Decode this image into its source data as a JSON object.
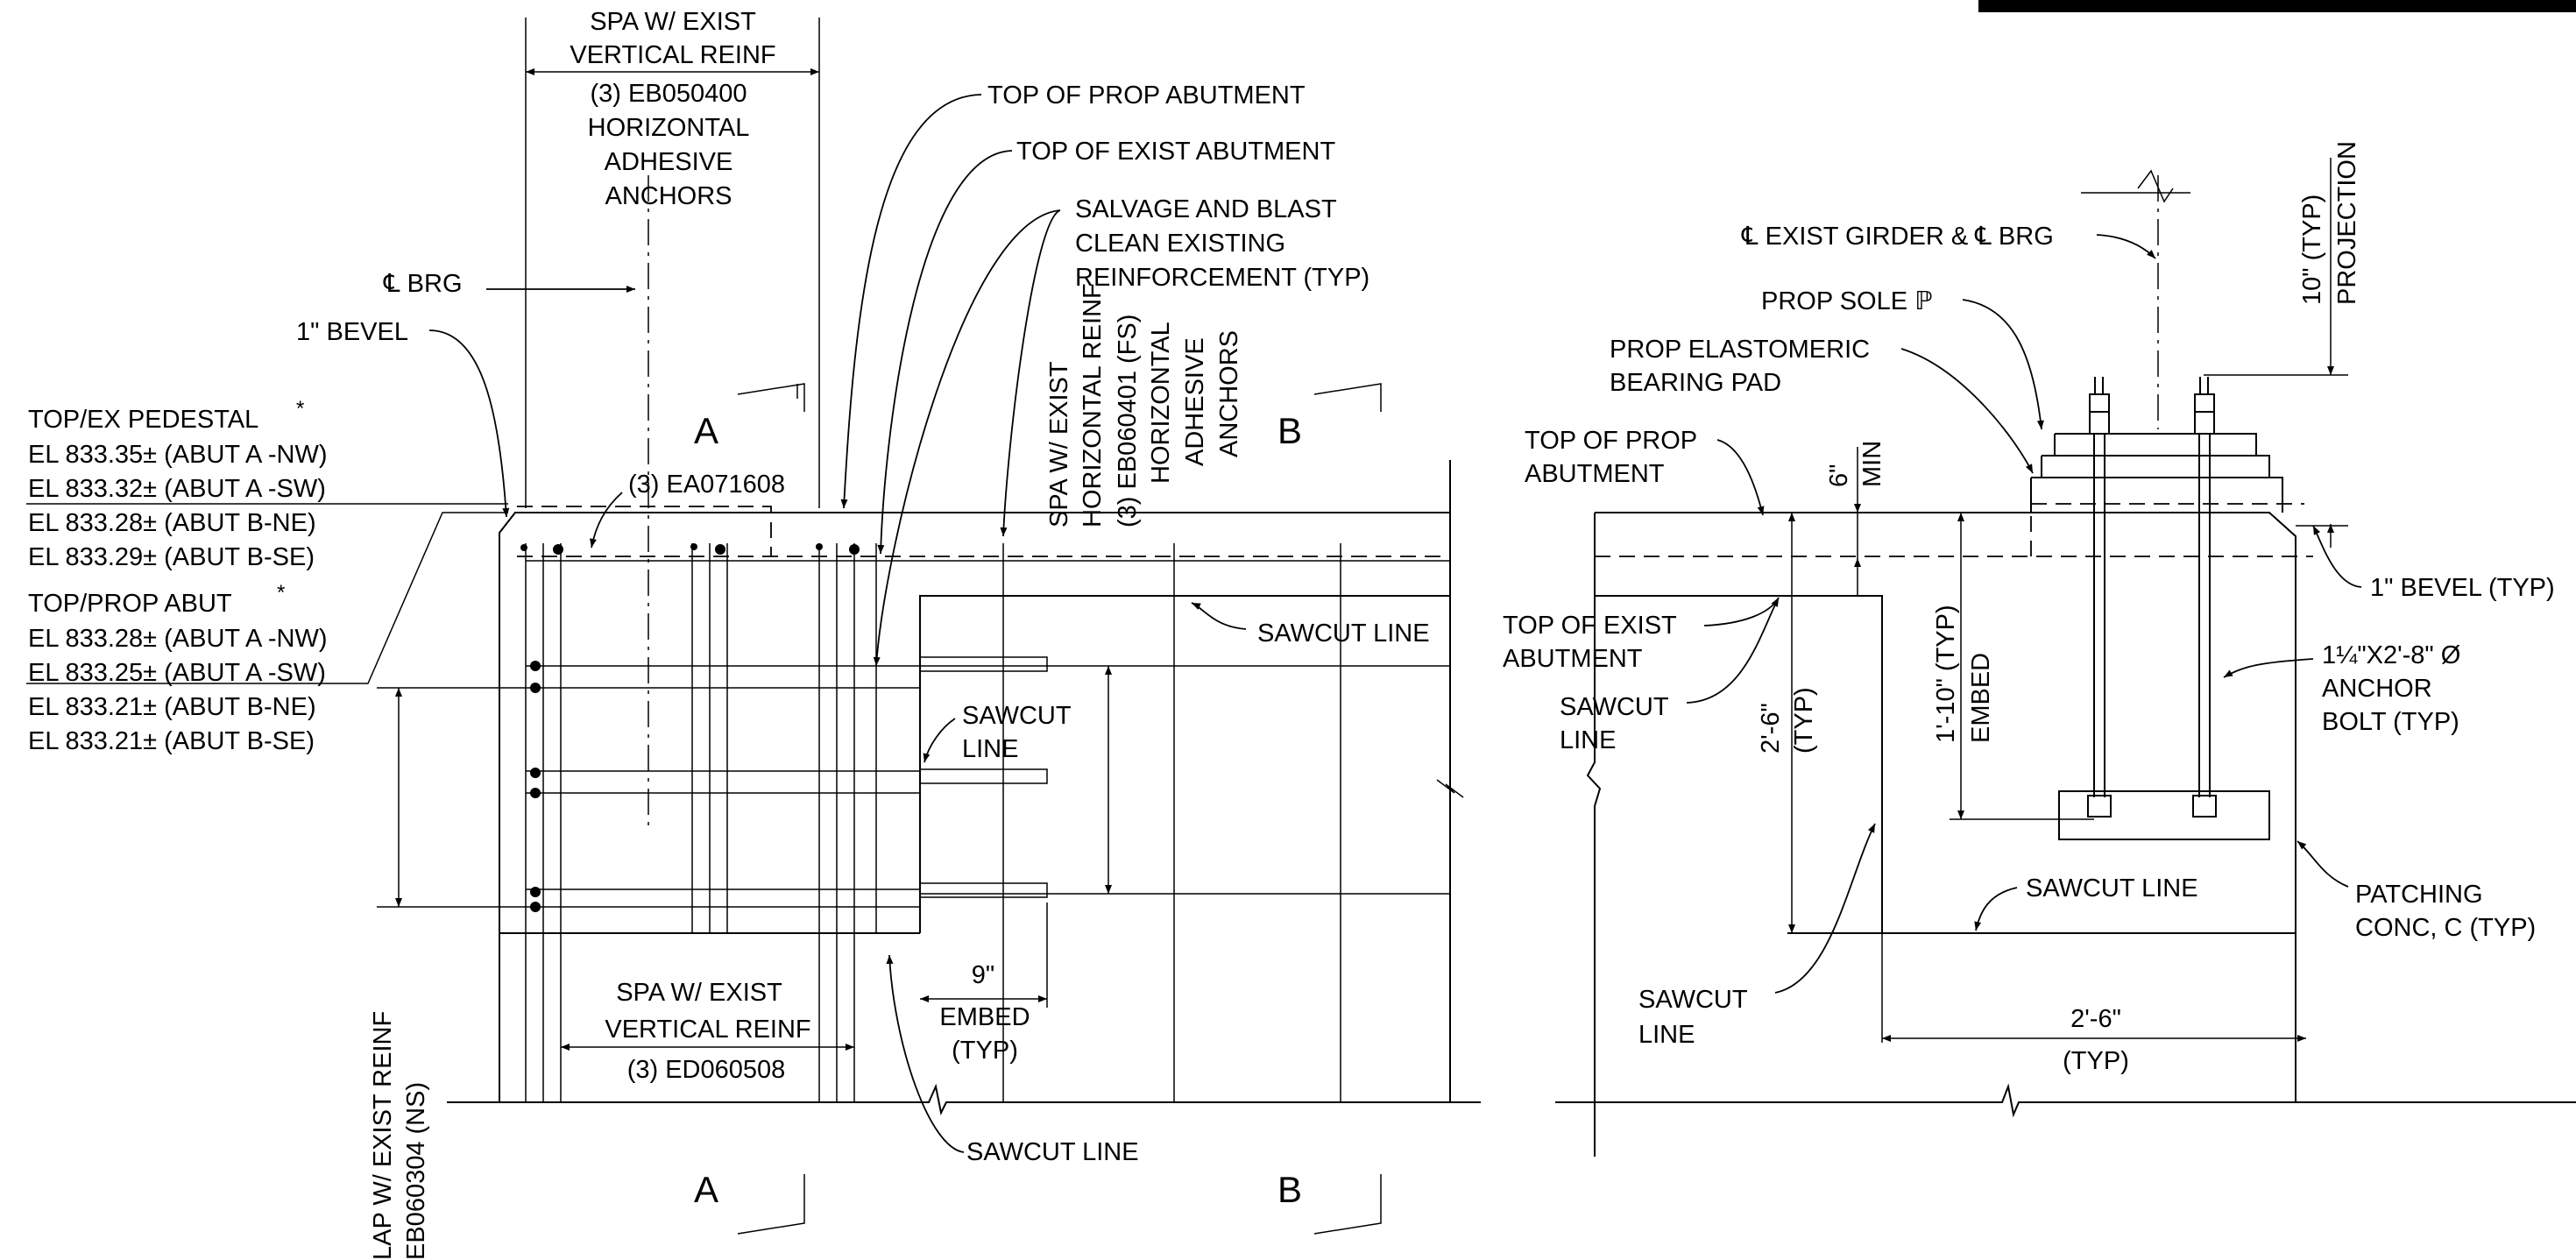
{
  "left_section": {
    "spa_vert_top": [
      "SPA W/ EXIST",
      "VERTICAL REINF"
    ],
    "anchors_eb050400": [
      "(3) EB050400",
      "HORIZONTAL",
      "ADHESIVE",
      "ANCHORS"
    ],
    "cl_brg": "℄ BRG",
    "bevel_1in": "1\" BEVEL",
    "top_ex_pedestal": "TOP/EX PEDESTAL",
    "asterisk": "*",
    "ex_elevations": [
      "EL 833.35± (ABUT A -NW)",
      "EL 833.32± (ABUT A -SW)",
      "EL 833.28± (ABUT B-NE)",
      "EL 833.29± (ABUT B-SE)"
    ],
    "top_prop_abut": "TOP/PROP ABUT",
    "prop_elevations": [
      "EL 833.28± (ABUT A -NW)",
      "EL 833.25± (ABUT A -SW)",
      "EL 833.21± (ABUT B-NE)",
      "EL 833.21± (ABUT B-SE)"
    ],
    "ea071608": "(3) EA071608",
    "section_a": "A",
    "section_b": "B",
    "top_prop_abutment": "TOP OF PROP ABUTMENT",
    "top_exist_abutment": "TOP OF EXIST ABUTMENT",
    "salvage": [
      "SALVAGE AND BLAST",
      "CLEAN EXISTING",
      "REINFORCEMENT (TYP)"
    ],
    "spa_horiz": [
      "SPA W/ EXIST",
      "HORIZONTAL REINF"
    ],
    "eb060401": [
      "(3) EB060401 (FS)",
      "HORIZONTAL",
      "ADHESIVE",
      "ANCHORS"
    ],
    "sawcut_line": "SAWCUT LINE",
    "sawcut_two": [
      "SAWCUT",
      "LINE"
    ],
    "embed_9": "9\"",
    "embed_typ": [
      "EMBED",
      "(TYP)"
    ],
    "spa_vert_bottom": [
      "SPA W/ EXIST",
      "VERTICAL REINF"
    ],
    "ed060508": "(3) ED060508",
    "lap_exist": "LAP W/ EXIST REINF",
    "eb060304": "EB060304 (NS)",
    "sawcut_bottom": "SAWCUT LINE"
  },
  "right_section": {
    "cl_girder": "℄ EXIST GIRDER & ℄ BRG",
    "prop_sole": "PROP SOLE ℙ",
    "elastomeric": [
      "PROP ELASTOMERIC",
      "BEARING PAD"
    ],
    "projection": [
      "10\" (TYP)",
      "PROJECTION"
    ],
    "top_prop": [
      "TOP OF PROP",
      "ABUTMENT"
    ],
    "six_min": [
      "6\"",
      "MIN"
    ],
    "bevel_typ": "1\" BEVEL (TYP)",
    "top_exist": [
      "TOP OF EXIST",
      "ABUTMENT"
    ],
    "sawcut_line_a": [
      "SAWCUT",
      "LINE"
    ],
    "dim_2_6": [
      "2'-6\"",
      "(TYP)"
    ],
    "dim_1_10": [
      "1'-10\" (TYP)",
      "EMBED"
    ],
    "anchor_bolt": [
      "1¼\"X2'-8\" Ø",
      "ANCHOR",
      "BOLT (TYP)"
    ],
    "sawcut_mid": "SAWCUT LINE",
    "patching": [
      "PATCHING",
      "CONC, C (TYP)"
    ],
    "sawcut_line_b": [
      "SAWCUT",
      "LINE"
    ],
    "dim_bottom": [
      "2'-6\"",
      "(TYP)"
    ]
  }
}
